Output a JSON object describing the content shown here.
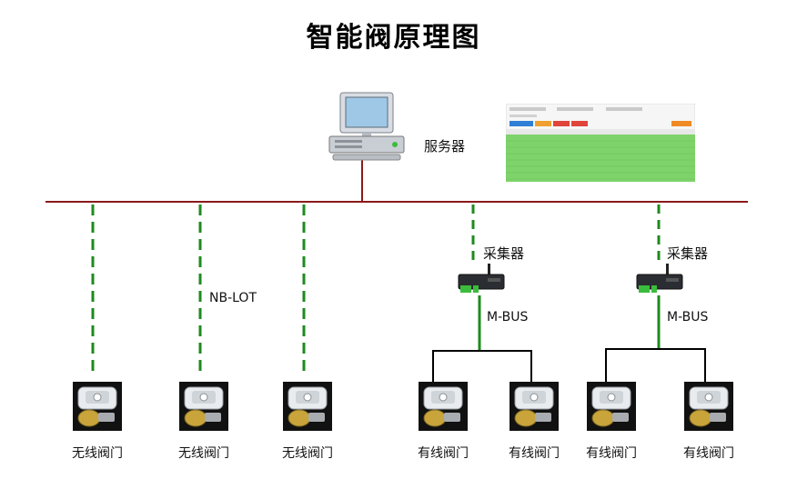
{
  "title": "智能阀原理图",
  "server_label": "服务器",
  "nb_label": "NB-LOT",
  "collectors": [
    {
      "label": "采集器",
      "bus_label": "M-BUS"
    },
    {
      "label": "采集器",
      "bus_label": "M-BUS"
    }
  ],
  "valves": [
    {
      "label": "无线阀门",
      "type": "wireless"
    },
    {
      "label": "无线阀门",
      "type": "wireless"
    },
    {
      "label": "无线阀门",
      "type": "wireless"
    },
    {
      "label": "有线阀门",
      "type": "wired"
    },
    {
      "label": "有线阀门",
      "type": "wired"
    },
    {
      "label": "有线阀门",
      "type": "wired"
    },
    {
      "label": "有线阀门",
      "type": "wired"
    }
  ],
  "colors": {
    "backbone": "#8b1a1a",
    "wireless_link": "#1e8a1e",
    "bus_link": "#1e8a1e",
    "wired_link": "#000000",
    "screen_table": "#7ed36b"
  },
  "icons": {
    "server": "desktop-computer-icon",
    "collector": "gateway-router-icon",
    "valve": "smart-valve-icon",
    "screenshot": "data-table-screenshot"
  }
}
